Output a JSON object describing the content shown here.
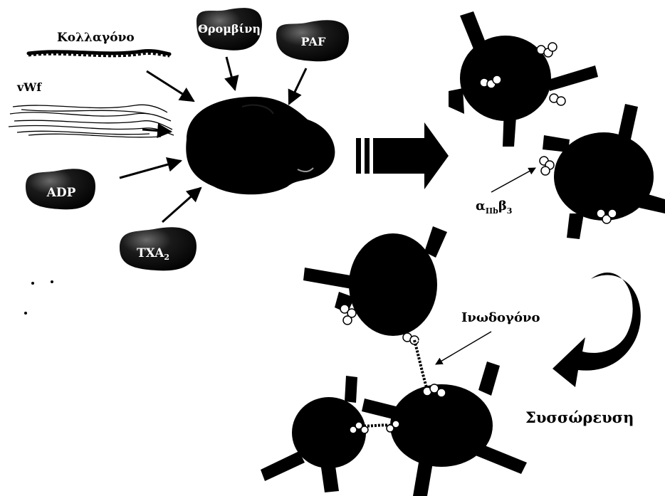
{
  "labels": {
    "collagen": "Κολλαγόνο",
    "vwf": "vWf",
    "thrombin": "Θρομβίνη",
    "paf": "PAF",
    "adp": "ADP",
    "txa2_base": "TXA",
    "txa2_sub": "2",
    "integrin_alpha": "α",
    "integrin_alpha_sub": "IIb",
    "integrin_beta": "β",
    "integrin_beta_sub": "3",
    "fibrinogen": "Ινωδογόνο",
    "aggregation": "Συσσώρευση"
  },
  "colors": {
    "ink": "#000000",
    "highlight": "#9a9a9a",
    "background": "#ffffff"
  }
}
